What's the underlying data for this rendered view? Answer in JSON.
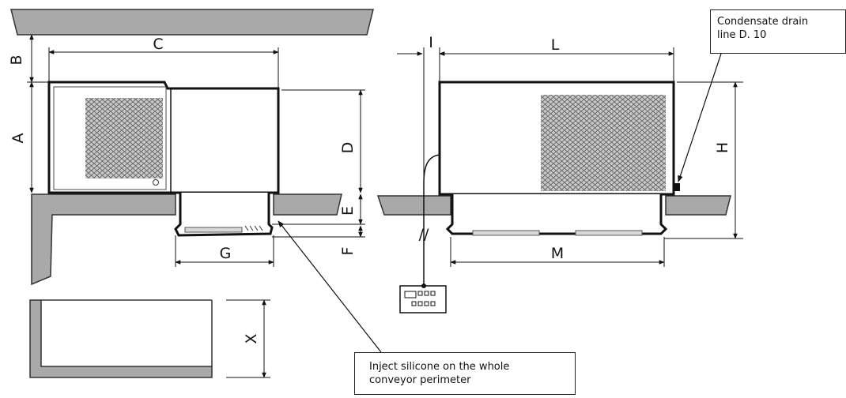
{
  "dimensions": {
    "A": "A",
    "B": "B",
    "C": "C",
    "D": "D",
    "E": "E",
    "F": "F",
    "G": "G",
    "H": "H",
    "I": "I",
    "L": "L",
    "M": "M",
    "X": "X"
  },
  "callouts": {
    "drain_line_1": "Condensate drain",
    "drain_line_2": "line D. 10",
    "silicone_1": "Inject silicone on the whole",
    "silicone_2": "conveyor perimeter"
  },
  "symbols": {
    "break_mark": "//"
  },
  "colors": {
    "line": "#111111",
    "ceiling": "#a9a9a9",
    "grille": "#7a7a7a"
  }
}
